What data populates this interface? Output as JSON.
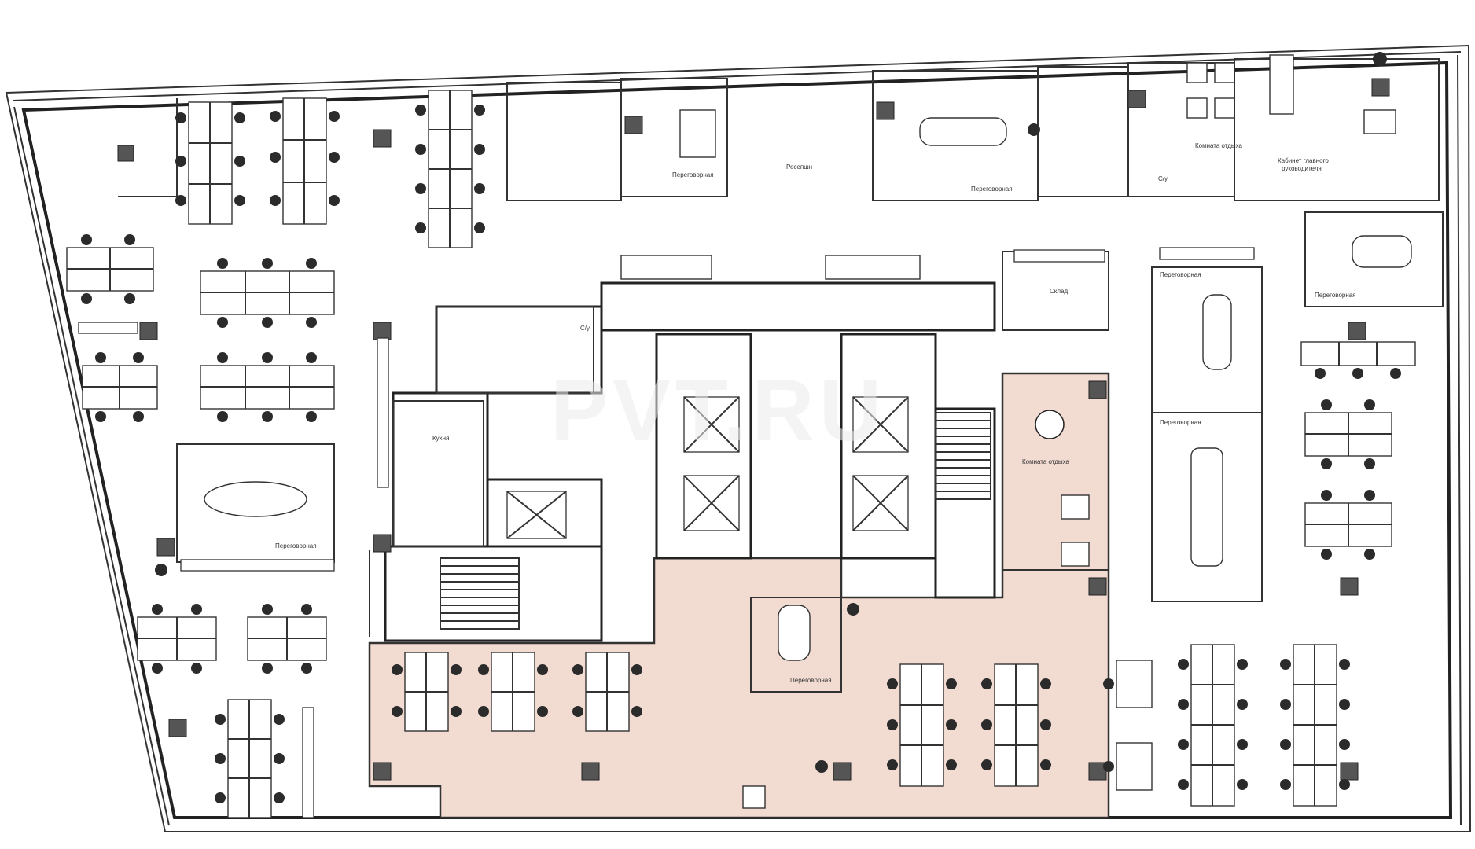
{
  "watermark": "PVT.RU",
  "labels": {
    "meeting_nw": "Переговорная",
    "reception": "Ресепшн",
    "meeting_top_center": "Переговорная",
    "wc_top": "С/у",
    "rest_room_top": "Комната отдыха",
    "ceo_office_line1": "Кабинет главного",
    "ceo_office_line2": "руководителя",
    "meeting_ne": "Переговорная",
    "storage": "Склад",
    "meeting_east_1": "Переговорная",
    "meeting_east_2": "Переговорная",
    "wc_core": "С/у",
    "kitchen": "Кухня",
    "rest_room_core": "Комната отдыха",
    "meeting_west": "Переговорная",
    "meeting_south": "Переговорная"
  },
  "colors": {
    "highlight_area": "#f2dbd1",
    "walls": "#222222",
    "columns": "#555555"
  }
}
